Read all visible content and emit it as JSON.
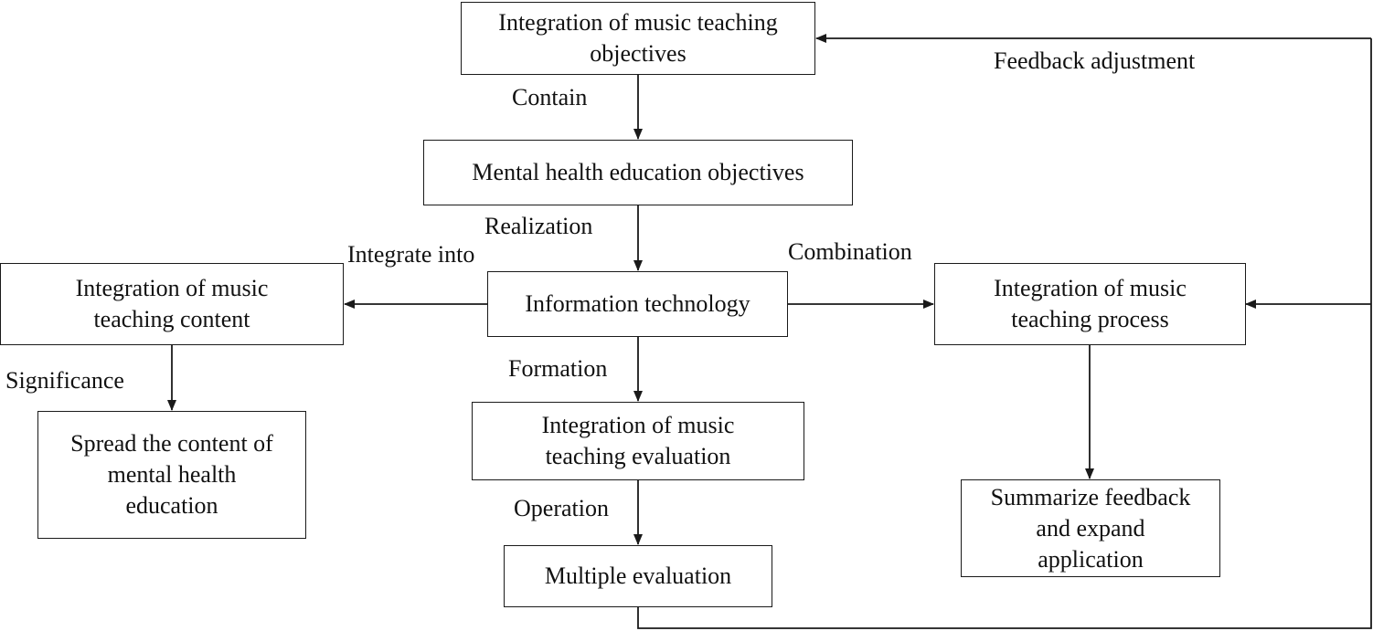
{
  "nodes": {
    "objectives": "Integration of music teaching\nobjectives",
    "mental_health": "Mental health education objectives",
    "info_tech": "Information technology",
    "content": "Integration of music\nteaching content",
    "process": "Integration of music\nteaching process",
    "spread": "Spread the content of\nmental health\neducation",
    "evaluation": "Integration of music\nteaching evaluation",
    "multiple": "Multiple evaluation",
    "summarize": "Summarize feedback\nand expand\napplication"
  },
  "edges": {
    "contain": "Contain",
    "realization": "Realization",
    "integrate_into": "Integrate into",
    "combination": "Combination",
    "formation": "Formation",
    "significance": "Significance",
    "operation": "Operation",
    "feedback": "Feedback adjustment"
  },
  "colors": {
    "line": "#1a1a1a",
    "text": "#111111",
    "background": "#ffffff"
  }
}
